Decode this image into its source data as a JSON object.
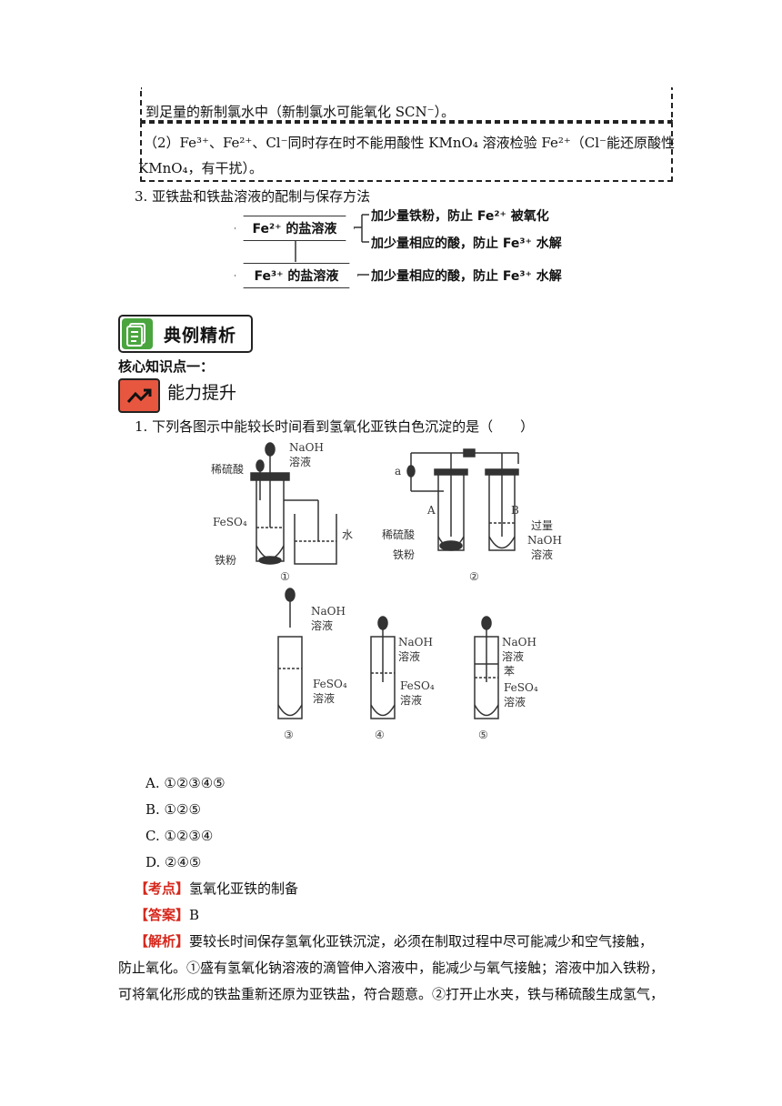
{
  "note_box": {
    "line1": "到足量的新制氯水中（新制氯水可能氧化 SCN⁻）。",
    "line2": "（2）Fe³⁺、Fe²⁺、Cl⁻同时存在时不能用酸性 KMnO₄ 溶液检验 Fe²⁺（Cl⁻能还原酸性",
    "line3": "KMnO₄，有干扰）。"
  },
  "item3": {
    "title": "3. 亚铁盐和铁盐溶液的配制与保存方法",
    "fe2_box": "Fe²⁺ 的盐溶液",
    "fe2_branch1": "加少量铁粉，防止 Fe²⁺ 被氧化",
    "fe2_branch2": "加少量相应的酸，防止 Fe³⁺ 水解",
    "fe3_box": "Fe³⁺ 的盐溶液",
    "fe3_branch": "加少量相应的酸，防止 Fe³⁺ 水解"
  },
  "section": {
    "badge": "典例精析",
    "knowledge_point": "核心知识点一：",
    "ability": "能力提升"
  },
  "question": {
    "stem": "1.  下列各图示中能较长时间看到氢氧化亚铁白色沉淀的是（　　）",
    "figure_labels": {
      "naoh_solution": "NaOH",
      "solution": "溶液",
      "dilute_acid": "稀硫酸",
      "feso4": "FeSO₄",
      "iron_powder": "铁粉",
      "water": "水",
      "a": "a",
      "A": "A",
      "B": "B",
      "excess": "过量",
      "benzene": "苯",
      "n1": "①",
      "n2": "②",
      "n3": "③",
      "n4": "④",
      "n5": "⑤"
    },
    "options": [
      "A. ①②③④⑤",
      "B. ①②⑤",
      "C. ①②③④",
      "D. ②④⑤"
    ],
    "kaodian_label": "【考点】",
    "kaodian": "氢氧化亚铁的制备",
    "answer_label": "【答案】",
    "answer": "B",
    "jiexi_label": "【解析】",
    "jiexi_line1": "要较长时间保存氢氧化亚铁沉淀，必须在制取过程中尽可能减少和空气接触，",
    "jiexi_line2": "防止氧化。①盛有氢氧化钠溶液的滴管伸入溶液中，能减少与氧气接触；溶液中加入铁粉，",
    "jiexi_line3": "可将氧化形成的铁盐重新还原为亚铁盐，符合题意。②打开止水夹，铁与稀硫酸生成氢气，"
  }
}
